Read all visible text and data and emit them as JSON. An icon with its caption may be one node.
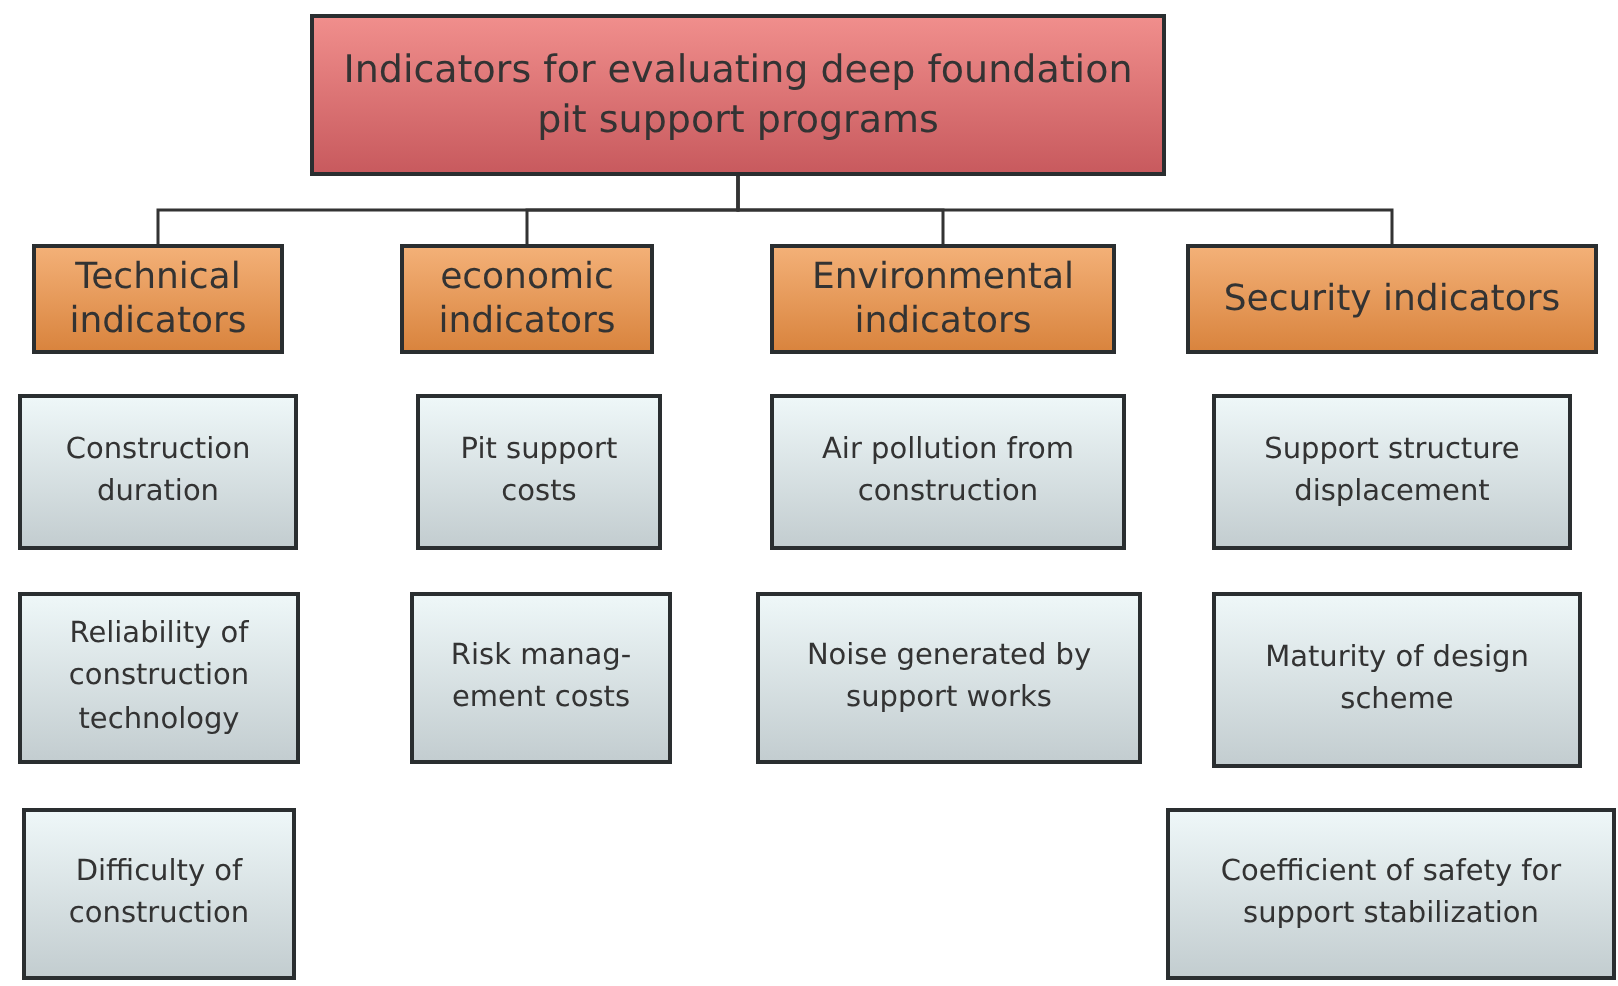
{
  "diagram": {
    "nodes": [
      {
        "text": [
          "Indicators for evaluating deep foundation pit support programs"
        ]
      },
      {
        "text": [
          "Technical indicators"
        ]
      },
      {
        "text": [
          "economic indicators"
        ]
      },
      {
        "text": [
          "Environmental indicators"
        ]
      },
      {
        "text": [
          "Security indicators"
        ]
      },
      {
        "text": [
          "Construction duration"
        ]
      },
      {
        "text": [
          "Reliability of construction technology"
        ]
      },
      {
        "text": [
          "Difficulty of construction"
        ]
      },
      {
        "text": [
          "Pit support costs"
        ]
      },
      {
        "text": [
          "Risk manag- ement costs"
        ]
      },
      {
        "text": [
          "Air pollution from construction"
        ]
      },
      {
        "text": [
          "Noise generated by support works"
        ]
      },
      {
        "text": [
          "Support structure displacement"
        ]
      },
      {
        "text": [
          "Maturity of design scheme"
        ]
      },
      {
        "text": [
          "Coefficient of safety for support stabilization"
        ]
      }
    ],
    "edges": [
      {
        "from": 0,
        "to": 1,
        "arrow": "none"
      },
      {
        "from": 0,
        "to": 2,
        "arrow": "none"
      },
      {
        "from": 0,
        "to": 3,
        "arrow": "none"
      },
      {
        "from": 0,
        "to": 4,
        "arrow": "none"
      }
    ]
  }
}
